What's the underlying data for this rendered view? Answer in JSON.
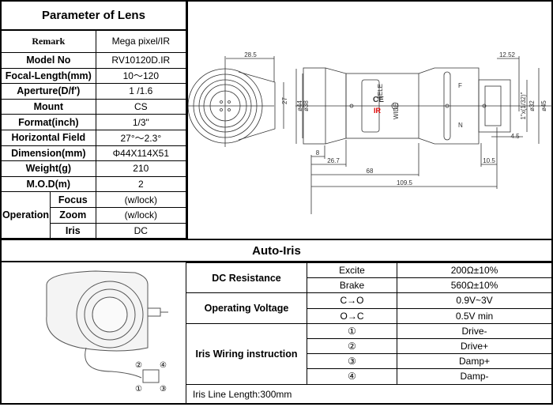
{
  "lens": {
    "title": "Parameter of Lens",
    "rows": [
      {
        "label": "Remark",
        "value": "Mega pixel/IR"
      },
      {
        "label": "Model No",
        "value": "RV10120D.IR"
      },
      {
        "label": "Focal-Length(mm)",
        "value": "10～120"
      },
      {
        "label": "Aperture(D/f')",
        "value": "1 /1.6"
      },
      {
        "label": "Mount",
        "value": "CS"
      },
      {
        "label": "Format(inch)",
        "value": "1/3\""
      },
      {
        "label": "Horizontal Field",
        "value": "27°～2.3°"
      },
      {
        "label": "Dimension(mm)",
        "value": "Φ44X114X51"
      },
      {
        "label": "Weight(g)",
        "value": "210"
      },
      {
        "label": "M.O.D(m)",
        "value": "2"
      }
    ],
    "operation": {
      "label": "Operation",
      "items": [
        {
          "label": "Focus",
          "value": "(w/lock)"
        },
        {
          "label": "Zoom",
          "value": "(w/lock)"
        },
        {
          "label": "Iris",
          "value": "DC"
        }
      ]
    }
  },
  "drawing": {
    "dims": {
      "d28_5": "28.5",
      "d27": "27",
      "d44": "ø44",
      "d38": "ø38",
      "d8": "8",
      "d26_7": "26.7",
      "d68": "68",
      "d109_5": "109.5",
      "d12_52": "12.52",
      "thread": "1\"x(1/32)\"",
      "d32": "ø32",
      "d45": "ø45",
      "d4_5": "4.5",
      "d10_5": "10.5"
    },
    "labels": {
      "wide": "WIDE",
      "tele": "TELE",
      "f": "F",
      "n": "N",
      "ir": "IR",
      "ce": "CE"
    }
  },
  "auto_iris": {
    "title": "Auto-Iris",
    "dc_resistance": {
      "label": "DC Resistance",
      "rows": [
        {
          "k": "Excite",
          "v": "200Ω±10%"
        },
        {
          "k": "Brake",
          "v": "560Ω±10%"
        }
      ]
    },
    "voltage": {
      "label": "Operating Voltage",
      "rows": [
        {
          "k": "C→O",
          "v": "0.9V~3V"
        },
        {
          "k": "O→C",
          "v": "0.5V min"
        }
      ]
    },
    "wiring": {
      "label": "Iris Wiring instruction",
      "rows": [
        {
          "k": "①",
          "v": "Drive-"
        },
        {
          "k": "②",
          "v": "Drive+"
        },
        {
          "k": "③",
          "v": "Damp+"
        },
        {
          "k": "④",
          "v": "Damp-"
        }
      ]
    },
    "footer": "Iris Line Length:300mm",
    "pins": {
      "p1": "①",
      "p2": "②",
      "p3": "③",
      "p4": "④"
    }
  }
}
